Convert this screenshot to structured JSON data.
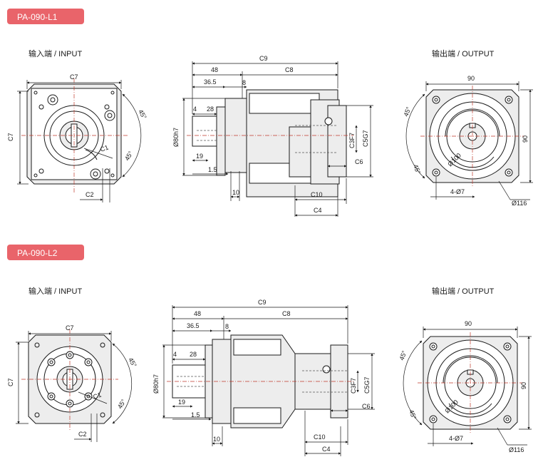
{
  "sections": [
    {
      "model": "PA-090-L1",
      "input_view": {
        "heading": "输入端 / INPUT",
        "labels": {
          "c7_top": "C7",
          "c7_side": "C7",
          "c1": "C1",
          "angle1": "45°",
          "angle2": "45°",
          "c2": "C2"
        }
      },
      "side_view": {
        "labels": {
          "c9": "C9",
          "d48": "48",
          "c8": "C8",
          "d365": "36.5",
          "d8": "8",
          "d4": "4",
          "d28": "28",
          "shaft": "Ø80h7",
          "d19": "19",
          "d15": "1.5",
          "d10": "10",
          "c3": "C3F7",
          "c5": "C5G7",
          "c6": "C6",
          "c10": "C10",
          "c4": "C4"
        }
      },
      "output_view": {
        "heading": "输出端 / OUTPUT",
        "labels": {
          "w90": "90",
          "h90": "90",
          "angle1": "45°",
          "angle2": "45°",
          "d100": "Ø100",
          "holes": "4-Ø7",
          "d116": "Ø116"
        }
      }
    },
    {
      "model": "PA-090-L2",
      "input_view": {
        "heading": "输入端 / INPUT",
        "labels": {
          "c7_top": "C7",
          "c7_side": "C7",
          "c1": "C1",
          "angle1": "45°",
          "angle2": "45°",
          "c2": "C2"
        }
      },
      "side_view": {
        "labels": {
          "c9": "C9",
          "d48": "48",
          "c8": "C8",
          "d365": "36.5",
          "d8": "8",
          "d4": "4",
          "d28": "28",
          "shaft": "Ø80h7",
          "d19": "19",
          "d15": "1.5",
          "d10": "10",
          "c3": "C3F7",
          "c5": "C5G7",
          "c6": "C6",
          "c10": "C10",
          "c4": "C4"
        }
      },
      "output_view": {
        "heading": "输出端 / OUTPUT",
        "labels": {
          "w90": "90",
          "h90": "90",
          "angle1": "45°",
          "angle2": "45°",
          "d100": "Ø100",
          "holes": "4-Ø7",
          "d116": "Ø116"
        }
      }
    }
  ],
  "colors": {
    "tag_fill": "#e9646a",
    "line": "#1a1a1a",
    "centerline": "#c0392b",
    "body_fill": "#ededed"
  }
}
